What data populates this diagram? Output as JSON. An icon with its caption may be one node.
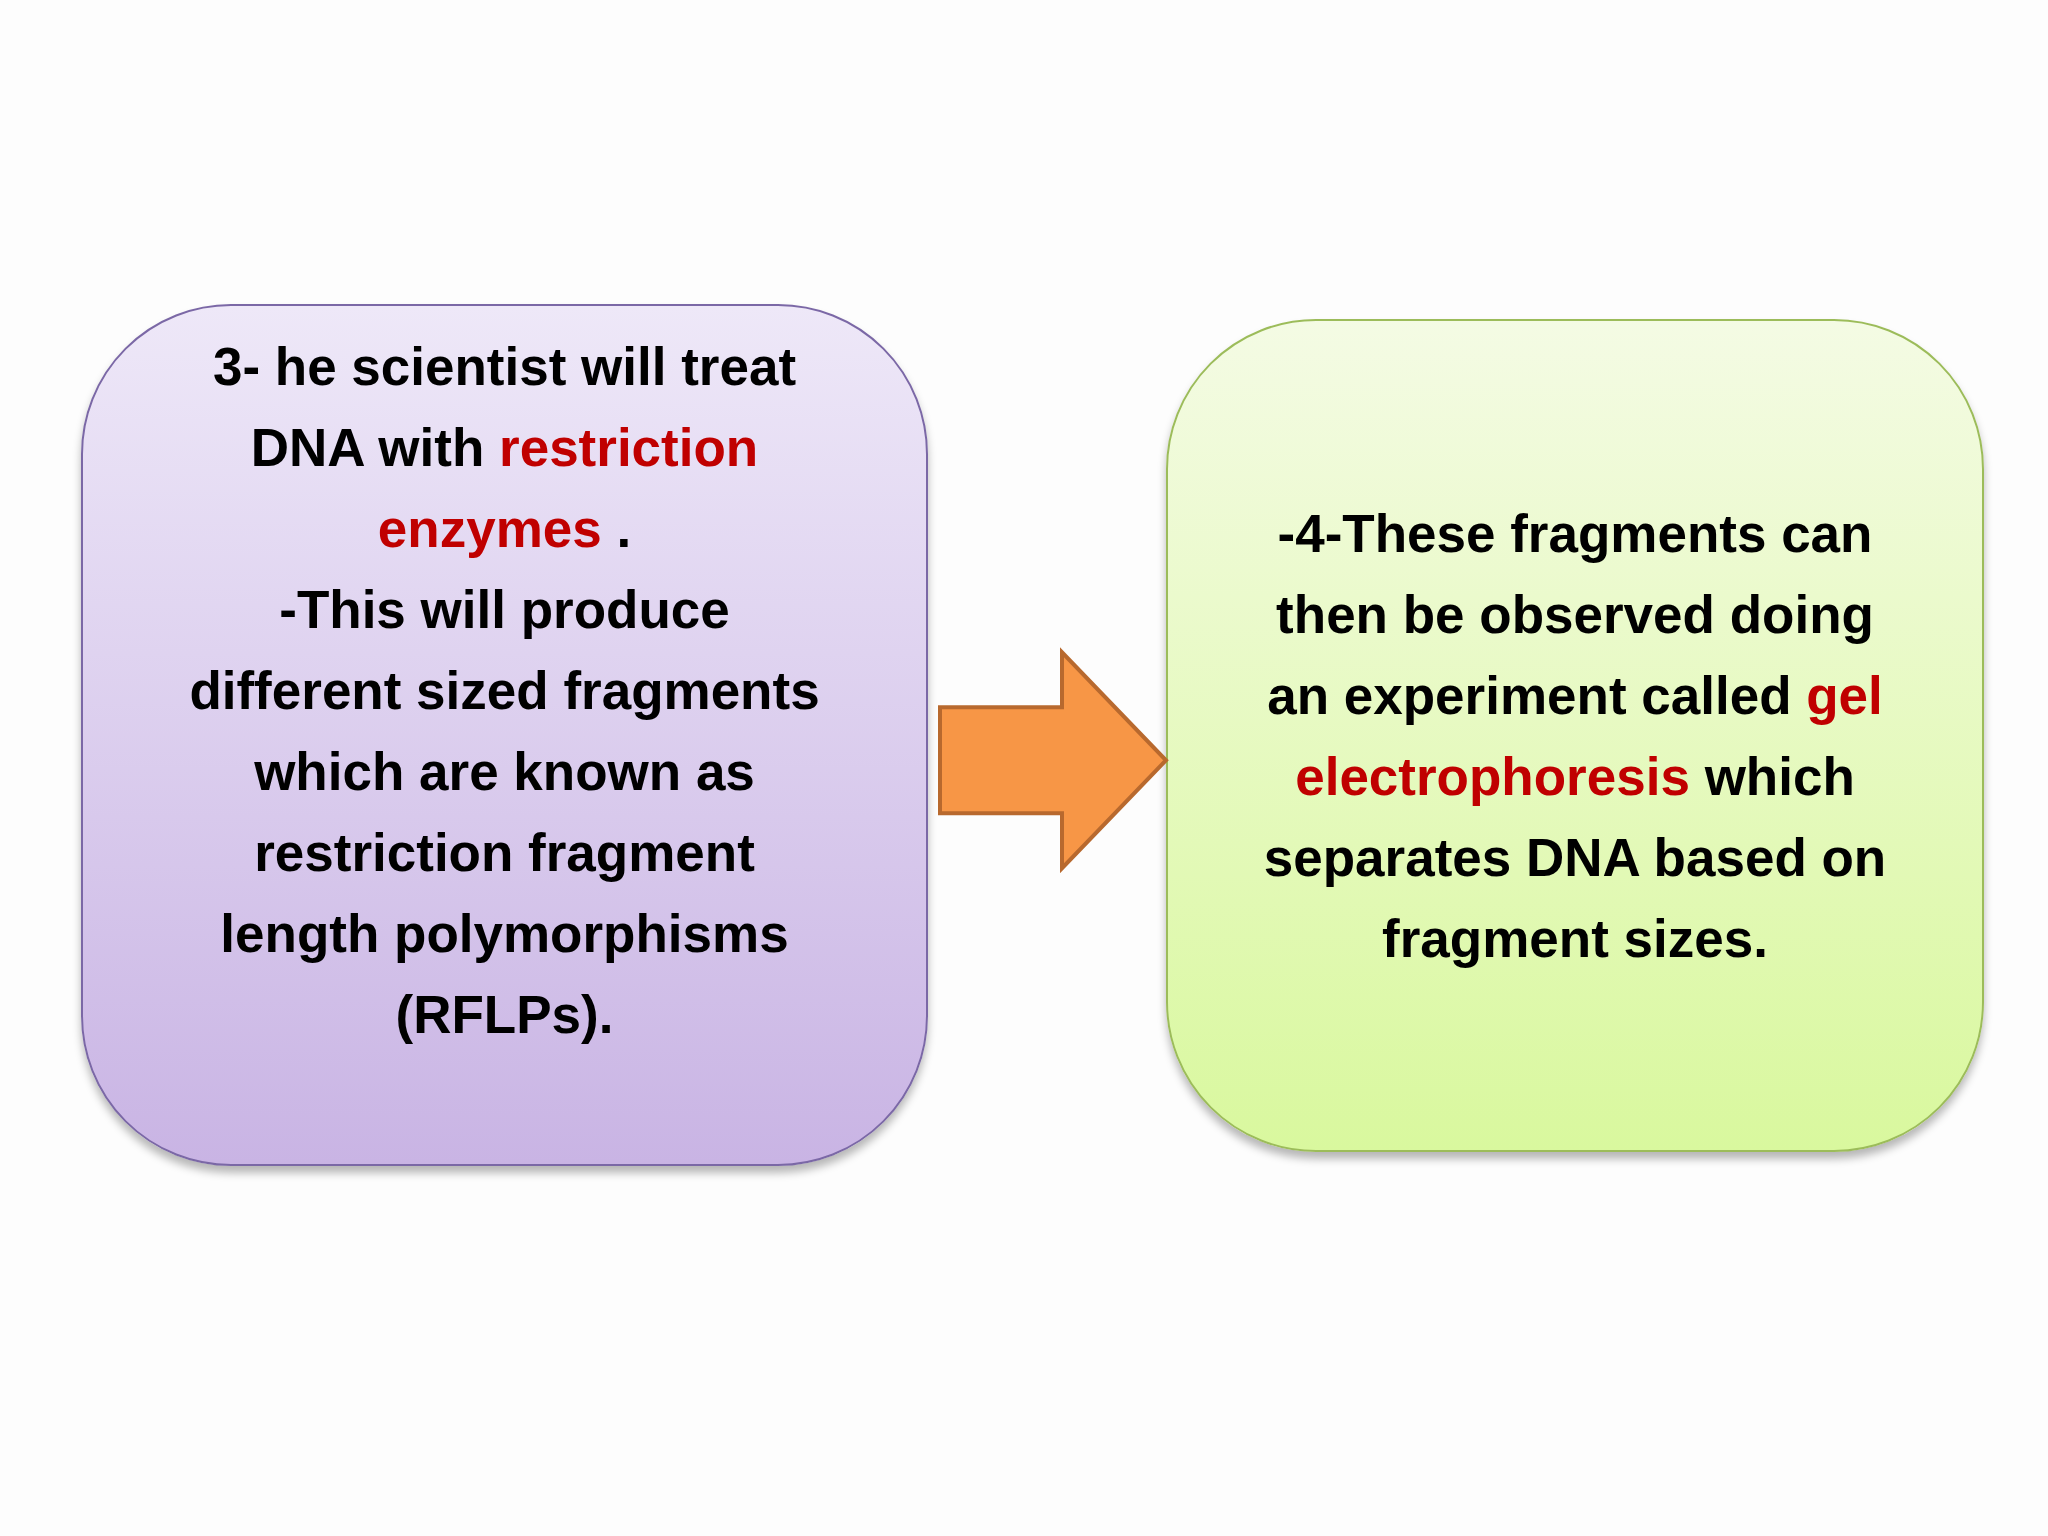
{
  "diagram": {
    "nodes": [
      {
        "text": [
          "3- he scientist will treat DNA with **restriction enzymes** .",
          "-This will produce different sized fragments which are known as restriction fragment length polymorphisms (RFLPs)."
        ]
      },
      {
        "text": [
          "-4-These fragments can then be observed doing an experiment called **gel electrophoresis** which separates DNA based on fragment sizes."
        ]
      }
    ],
    "edges": [
      {
        "from": 0,
        "to": 1,
        "arrow": "to"
      }
    ]
  }
}
